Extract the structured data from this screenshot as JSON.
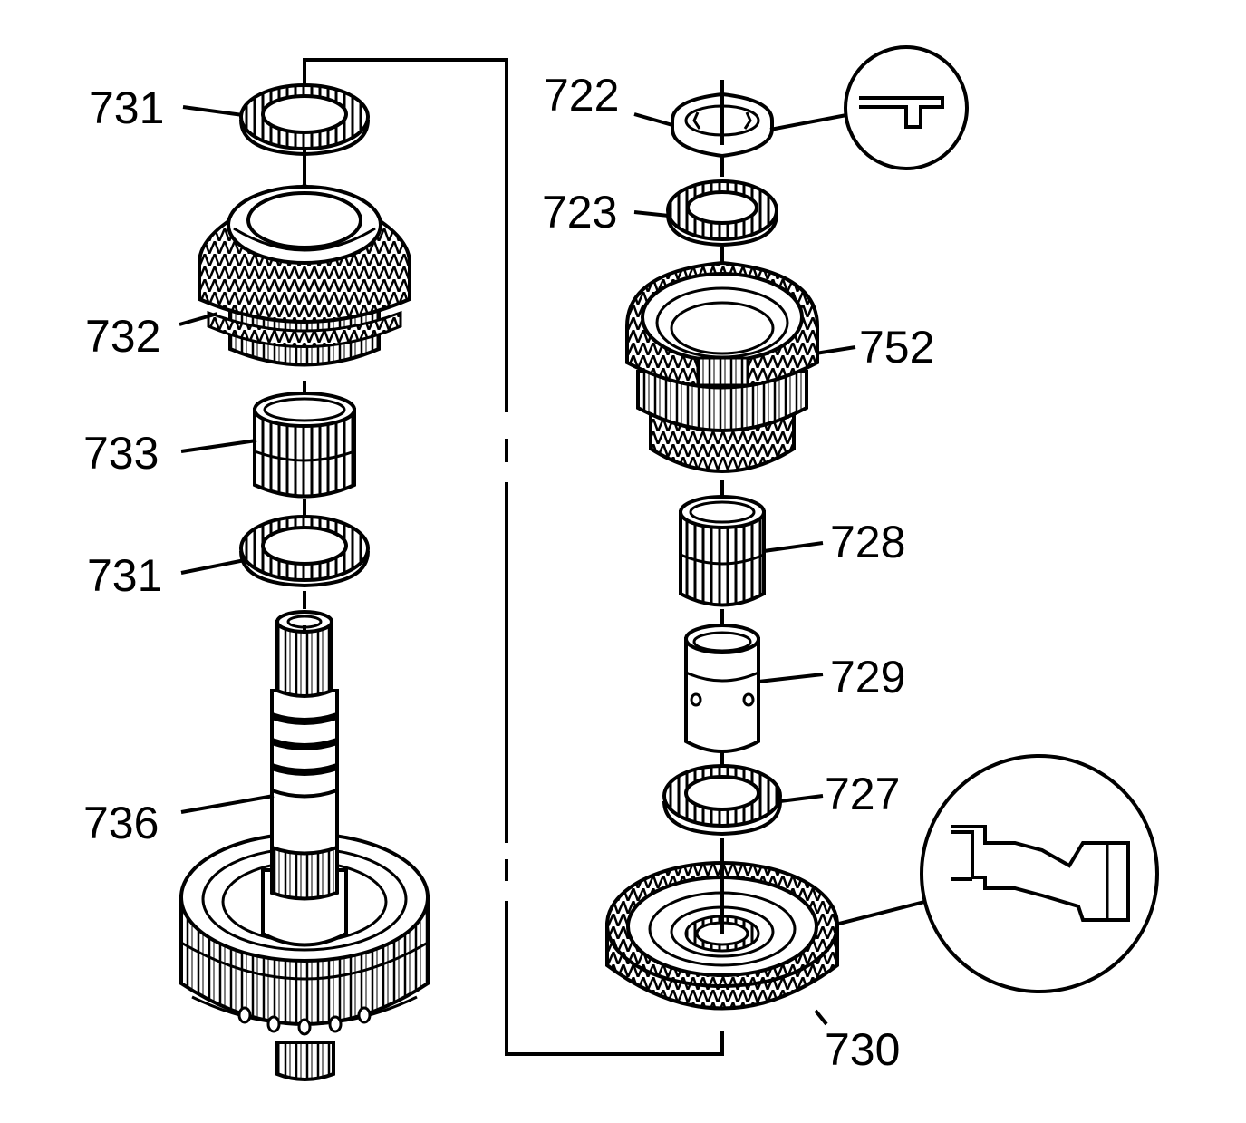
{
  "labels": {
    "l731_top": "731",
    "l732": "732",
    "l733": "733",
    "l731_bottom": "731",
    "l736": "736",
    "l722": "722",
    "l723": "723",
    "l752": "752",
    "l728": "728",
    "l729": "729",
    "l727": "727",
    "l730": "730"
  },
  "colors": {
    "line": "#000000",
    "background": "#ffffff"
  }
}
